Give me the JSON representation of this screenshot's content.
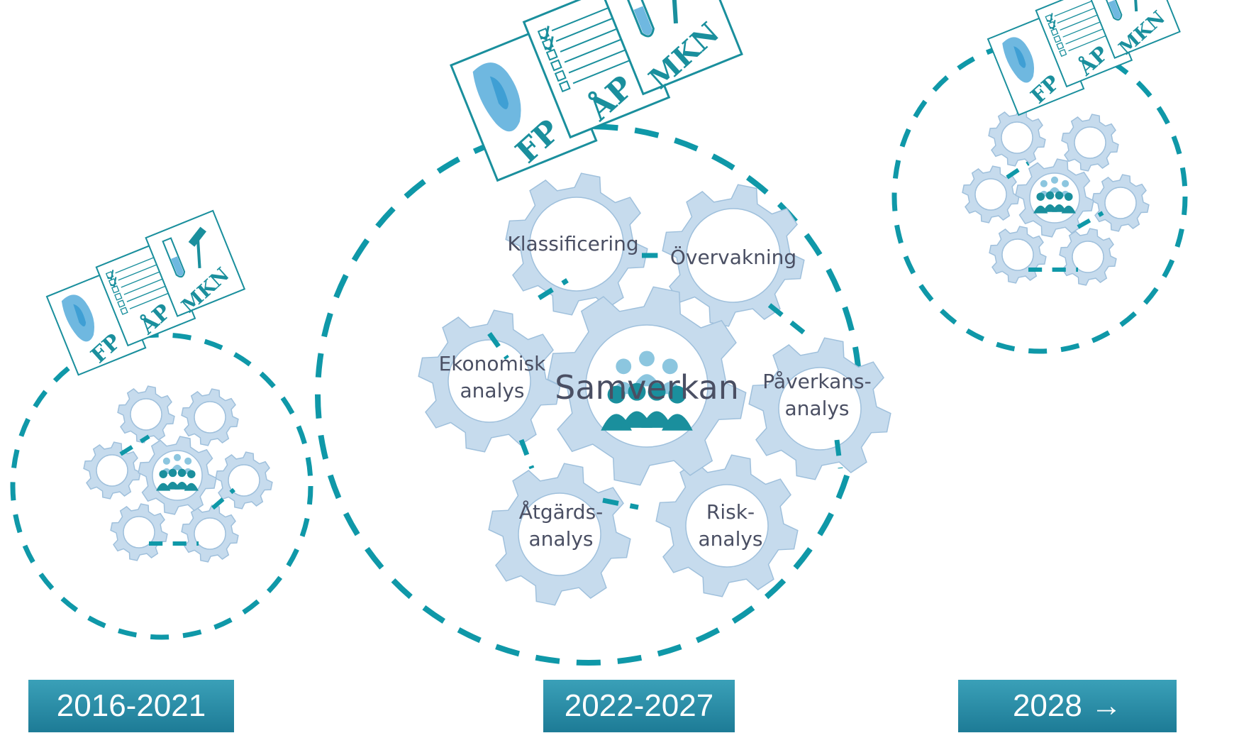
{
  "periods": {
    "p1": "2016-2021",
    "p2": "2022-2027",
    "p3": "2028 →"
  },
  "documents": {
    "fp": "FP",
    "ap": "ÅP",
    "mkn": "MKN"
  },
  "center": "Samverkan",
  "gears": {
    "klassificering": [
      "Klassificering"
    ],
    "overvakning": [
      "Övervakning"
    ],
    "ekonomisk": [
      "Ekonomisk",
      "analys"
    ],
    "paverkan": [
      "Påverkans-",
      "analys"
    ],
    "atgard": [
      "Åtgärds-",
      "analys"
    ],
    "risk": [
      "Risk-",
      "analys"
    ]
  },
  "colors": {
    "accent": "#0f98a8",
    "gear_fill": "#c6dbed",
    "gear_stroke": "#9fc0dc",
    "people_dark": "#1a8f9d",
    "people_light": "#8cc6df",
    "period_top": "#3aa0b8",
    "period_bottom": "#1d7b96"
  }
}
